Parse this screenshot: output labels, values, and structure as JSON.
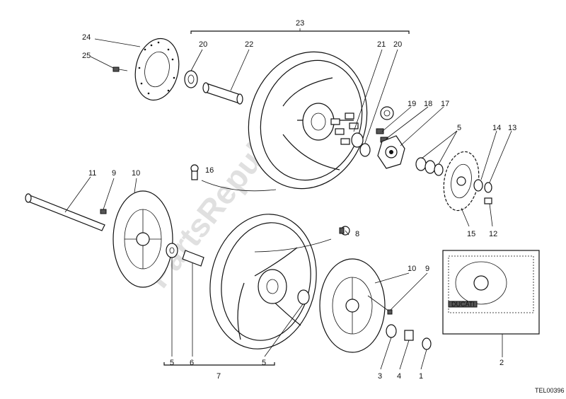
{
  "watermark": "PartsRepublik",
  "reference_code": "TEL00396",
  "callouts": {
    "c24": "24",
    "c25": "25",
    "c20a": "20",
    "c22": "22",
    "c23": "23",
    "c21": "21",
    "c20b": "20",
    "c19": "19",
    "c18": "18",
    "c17": "17",
    "c5a": "5",
    "c14": "14",
    "c13": "13",
    "c16": "16",
    "c11": "11",
    "c9a": "9",
    "c10a": "10",
    "c8": "8",
    "c15": "15",
    "c12": "12",
    "c10b": "10",
    "c9b": "9",
    "c5b": "5",
    "c6": "6",
    "c5c": "5",
    "c7": "7",
    "c3": "3",
    "c4": "4",
    "c1": "1",
    "c2": "2"
  },
  "kit_label": "DUCATI"
}
